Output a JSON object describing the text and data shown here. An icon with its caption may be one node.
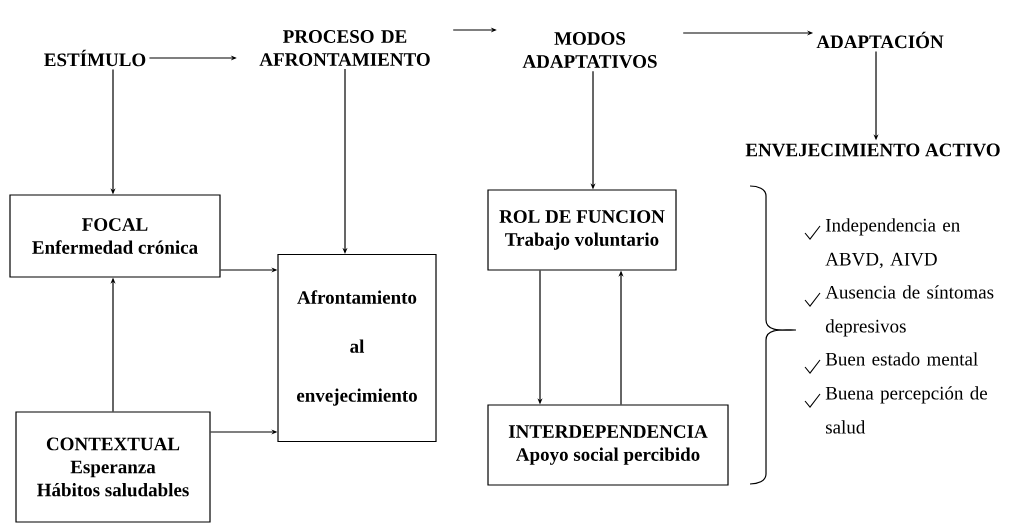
{
  "diagram": {
    "nodes": [
      {
        "text": [
          "ESTÍMULO"
        ]
      },
      {
        "text": [
          "PROCESO DE AFRONTAMIENTO"
        ]
      },
      {
        "text": [
          "MODOS ADAPTATIVOS"
        ]
      },
      {
        "text": [
          "ADAPTACIÓN"
        ]
      },
      {
        "text": [
          "ENVEJECIMIENTO ACTIVO"
        ]
      },
      {
        "text": [
          "FOCAL",
          "Enfermedad crónica"
        ]
      },
      {
        "text": [
          "Afrontamiento",
          "al",
          "envejecimiento"
        ]
      },
      {
        "text": [
          "ROL DE FUNCION",
          "Trabajo voluntario"
        ]
      },
      {
        "text": [
          "CONTEXTUAL",
          "Esperanza",
          "Hábitos saludables"
        ]
      },
      {
        "text": [
          "INTERDEPENDENCIA",
          "Apoyo social percibido"
        ]
      }
    ],
    "edges": [
      {
        "from": 0,
        "to": 1,
        "arrow": "to"
      },
      {
        "from": 1,
        "to": 2,
        "arrow": "to"
      },
      {
        "from": 2,
        "to": 3,
        "arrow": "to"
      },
      {
        "from": 3,
        "to": 4,
        "arrow": "to"
      },
      {
        "from": 0,
        "to": 5,
        "arrow": "to"
      },
      {
        "from": 1,
        "to": 6,
        "arrow": "to"
      },
      {
        "from": 2,
        "to": 7,
        "arrow": "to"
      },
      {
        "from": 5,
        "to": 6,
        "arrow": "to"
      },
      {
        "from": 8,
        "to": 5,
        "arrow": "to"
      },
      {
        "from": 8,
        "to": 6,
        "arrow": "to"
      },
      {
        "from": 7,
        "to": 9,
        "arrow": "to"
      },
      {
        "from": 9,
        "to": 7,
        "arrow": "to"
      }
    ],
    "labels": [
      "Independencia en ABVD, AIVD",
      "Ausencia de síntomas depresivos",
      "Buen estado mental",
      "Buena percepción de salud"
    ]
  }
}
